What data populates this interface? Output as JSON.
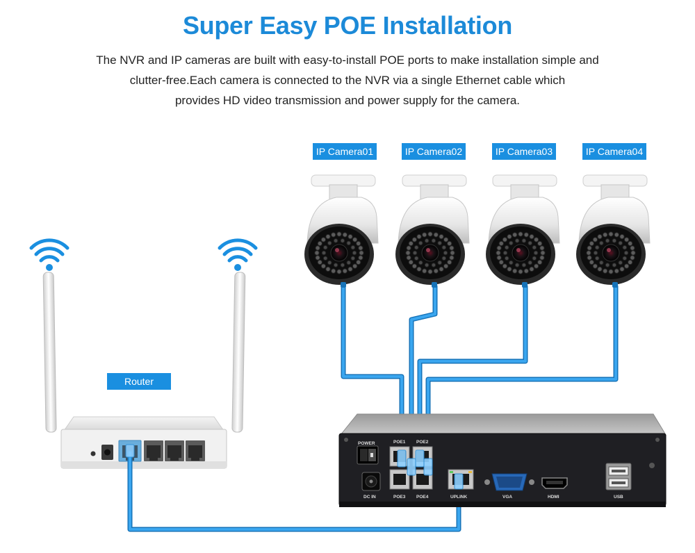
{
  "title": "Super Easy POE Installation",
  "description": [
    "The NVR and IP cameras are built with easy-to-install POE ports to make installation simple and",
    "clutter-free.Each camera is connected to the NVR via a single Ethernet cable which",
    "provides HD video transmission and power supply for the camera."
  ],
  "cameras": [
    {
      "label": "IP Camera01"
    },
    {
      "label": "IP Camera02"
    },
    {
      "label": "IP Camera03"
    },
    {
      "label": "IP Camera04"
    }
  ],
  "router": {
    "label": "Router"
  },
  "nvr": {
    "port_labels": {
      "power": "POWER",
      "poe1": "POE1",
      "poe2": "POE2",
      "dc_in": "DC IN",
      "poe3": "POE3",
      "poe4": "POE4",
      "uplink": "UPLINK",
      "vga": "VGA",
      "hdmi": "HDMI",
      "usb": "USB"
    }
  },
  "colors": {
    "title": "#1c8ad8",
    "tag_bg": "#1a8fe0",
    "cable": "#2f9ee8",
    "cable_dark": "#1673b8",
    "wifi": "#1a8fe0",
    "nvr_body": "#1e1e22"
  }
}
